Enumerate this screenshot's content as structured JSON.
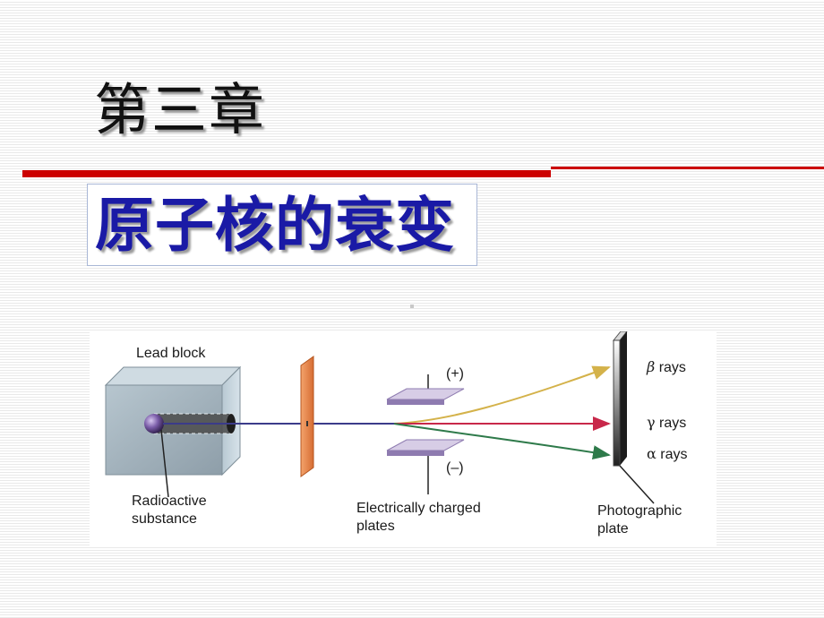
{
  "slide": {
    "chapter": "第三章",
    "title": "原子核的衰变"
  },
  "diagram": {
    "labels": {
      "lead_block": "Lead block",
      "radioactive_substance": "Radioactive\nsubstance",
      "plates": "Electrically charged\nplates",
      "photographic_plate": "Photographic\nplate",
      "plus": "(+)",
      "minus": "(–)"
    },
    "rays": [
      {
        "symbol": "β",
        "label": "rays",
        "color": "#d4b24a"
      },
      {
        "symbol": "γ",
        "label": "rays",
        "color": "#c8284a"
      },
      {
        "symbol": "α",
        "label": "rays",
        "color": "#2e7a4a"
      }
    ],
    "colors": {
      "accent_rule": "#cc0000",
      "title_text": "#1a1aa6",
      "lead_block": "#9aa9b4",
      "screen": "#e98a4e",
      "plates": "#8e7bb0"
    }
  }
}
